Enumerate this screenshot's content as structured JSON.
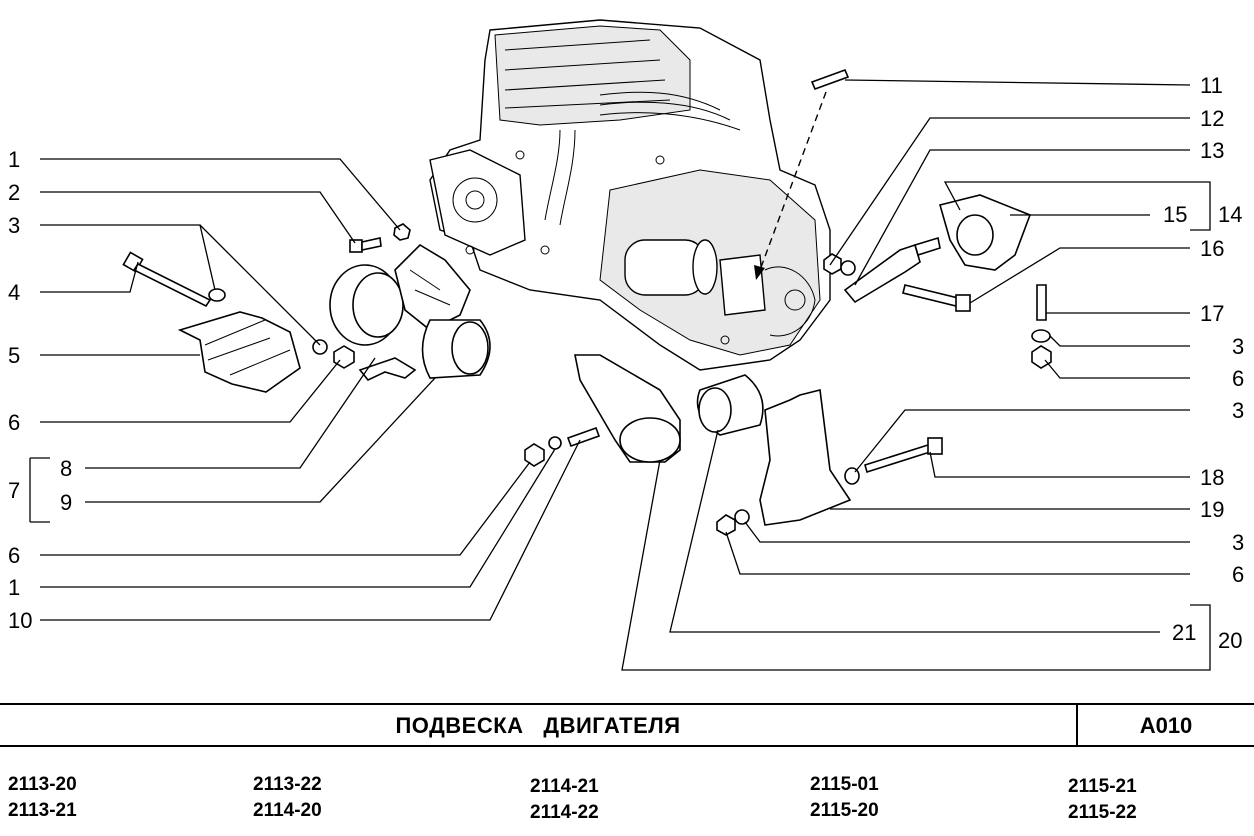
{
  "labels": {
    "l1a": "1",
    "l2": "2",
    "l3a": "3",
    "l4": "4",
    "l5": "5",
    "l6a": "6",
    "l7": "7",
    "l8": "8",
    "l9": "9",
    "l6b": "6",
    "l1b": "1",
    "l10": "10",
    "l11": "11",
    "l12": "12",
    "l13": "13",
    "l14": "14",
    "l15": "15",
    "l16": "16",
    "l17": "17",
    "l3b": "3",
    "l6c": "6",
    "l3c": "3",
    "l18": "18",
    "l19": "19",
    "l3d": "3",
    "l6d": "6",
    "l21": "21",
    "l20": "20"
  },
  "title": "ПОДВЕСКА   ДВИГАТЕЛЯ",
  "code": "A010",
  "models": [
    [
      "2113-20",
      "2113-21"
    ],
    [
      "2113-22",
      "2114-20"
    ],
    [
      "2114-21",
      "2114-22"
    ],
    [
      "2115-01",
      "2115-20"
    ],
    [
      "2115-21",
      "2115-22"
    ]
  ]
}
